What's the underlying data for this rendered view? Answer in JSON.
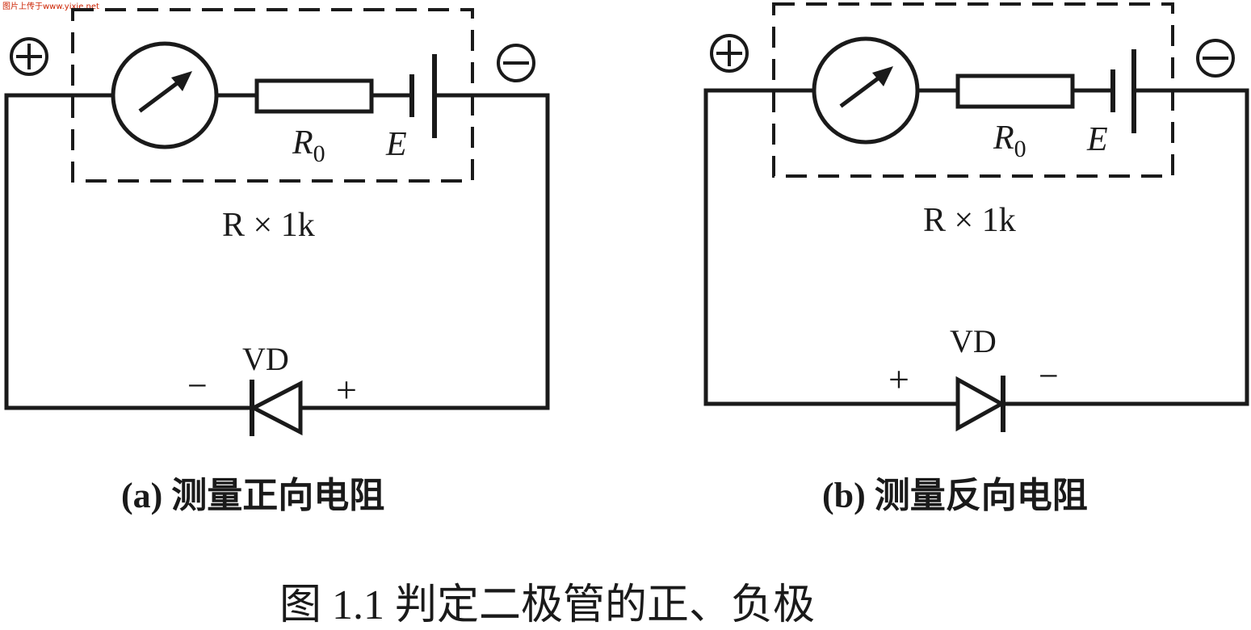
{
  "watermark": "图片上传于www.yixie.net",
  "figure_caption": "图 1.1 判定二极管的正、负极",
  "common": {
    "r0_label": "R",
    "r0_subscript": "0",
    "e_label": "E",
    "range_label": "R × 1k",
    "diode_label": "VD",
    "plus_sign": "+",
    "minus_sign": "−"
  },
  "panels": [
    {
      "caption": "(a) 测量正向电阻"
    },
    {
      "caption": "(b) 测量反向电阻"
    }
  ]
}
